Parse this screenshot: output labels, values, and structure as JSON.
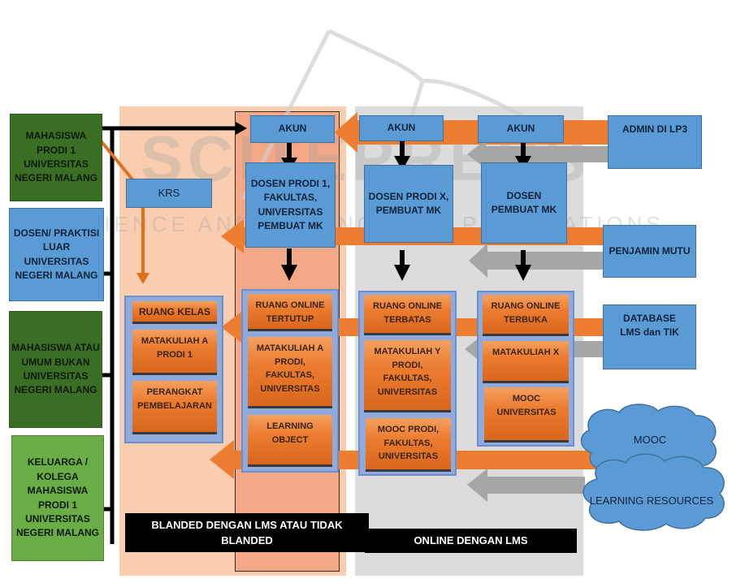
{
  "diagram": {
    "watermark": {
      "line1": "SCITEPRESS",
      "line2": "SCIENCE AND TECHNOLOGY PUBLICATIONS"
    },
    "actors": [
      {
        "id": "mahasiswa-prodi",
        "label": "MAHASISWA PRODI 1 UNIVERSITAS NEGERI MALANG",
        "color": "#3b6e25"
      },
      {
        "id": "dosen-luar",
        "label": "DOSEN/ PRAKTISI LUAR UNIVERSITAS NEGERI MALANG",
        "color": "#5b9bd5"
      },
      {
        "id": "mahasiswa-umum",
        "label": "MAHASISWA ATAU UMUM BUKAN UNIVERSITAS NEGERI MALANG",
        "color": "#3b6e25"
      },
      {
        "id": "keluarga",
        "label": "KELUARGA / KOLEGA MAHASISWA PRODI 1 UNIVERSITAS NEGERI MALANG",
        "color": "#6aac46"
      }
    ],
    "krs": "KRS",
    "akun_labels": [
      "AKUN",
      "AKUN",
      "AKUN"
    ],
    "dosen_boxes": [
      "DOSEN PRODI 1, FAKULTAS, UNIVERSITAS PEMBUAT MK",
      "DOSEN PRODI X, PEMBUAT MK",
      "DOSEN PEMBUAT MK"
    ],
    "sources": {
      "admin": "ADMIN DI LP3",
      "penjamin": "PENJAMIN MUTU",
      "database_line1": "DATABASE",
      "database_line2": "LMS dan TIK",
      "mooc_cloud": "MOOC",
      "learning_resources_cloud": "LEARNING RESOURCES"
    },
    "spaces": [
      {
        "title": "RUANG KELAS",
        "items": [
          "MATAKULIAH A PRODI 1",
          "PERANGKAT PEMBELAJARAN"
        ]
      },
      {
        "title": "RUANG ONLINE TERTUTUP",
        "items": [
          "MATAKULIAH A PRODI, FAKULTAS, UNIVERSITAS",
          "LEARNING OBJECT"
        ]
      },
      {
        "title": "RUANG ONLINE TERBATAS",
        "items": [
          "MATAKULIAH Y PRODI, FAKULTAS, UNIVERSITAS",
          "MOOC PRODI, FAKULTAS, UNIVERSITAS"
        ]
      },
      {
        "title": "RUANG ONLINE TERBUKA",
        "items": [
          "MATAKULIAH X",
          "MOOC UNIVERSITAS"
        ]
      }
    ],
    "zones": {
      "blended_label": "BLANDED DENGAN LMS ATAU TIDAK BLANDED",
      "online_label": "ONLINE DENGAN LMS"
    },
    "colors": {
      "blue": "#5b9bd5",
      "orange": "#ed7d31",
      "gray_arrow": "#a6a6a6",
      "blended_zone": "#f8cdb0",
      "online_zone": "#dcdcdc"
    }
  }
}
